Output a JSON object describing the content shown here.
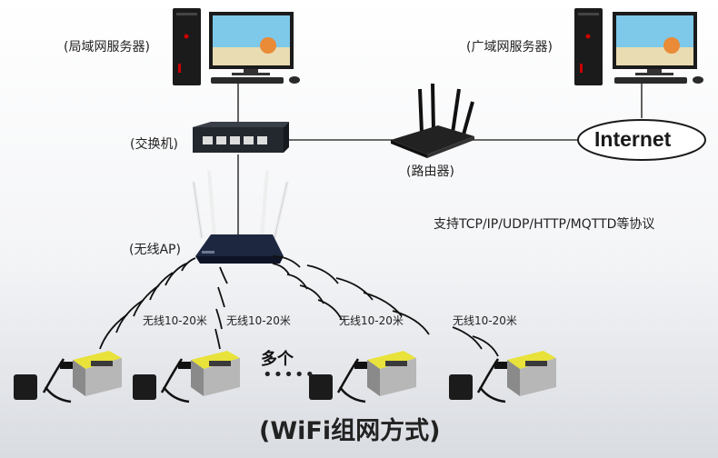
{
  "nodes": {
    "lan_server": "(局域网服务器)",
    "wan_server": "(广域网服务器)",
    "switch": "(交换机)",
    "router": "(路由器)",
    "internet": "Internet",
    "wireless_ap": "(无线AP)"
  },
  "protocols": "支持TCP/IP/UDP/HTTP/MQTTD等协议",
  "wireless_range": [
    "无线10-20米",
    "无线10-20米",
    "无线10-20米",
    "无线10-20米"
  ],
  "multiple_label": "多个",
  "multiple_dots": "•••••",
  "title": "(WiFi组网方式)",
  "colors": {
    "device_yellow": "#e8e23a",
    "device_gray": "#9a9a9a",
    "line": "#444444",
    "monitor_sky": "#7ec8ea"
  }
}
